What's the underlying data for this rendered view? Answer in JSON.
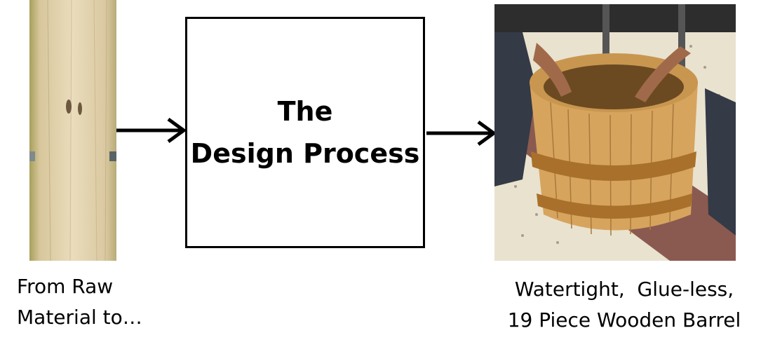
{
  "diagram": {
    "process_box": {
      "line1": "The",
      "line2": "Design Process"
    },
    "caption_left": {
      "line1": "From Raw",
      "line2": "Material to…"
    },
    "caption_right": {
      "line1": "Watertight,  Glue-less,",
      "line2": "19 Piece Wooden Barrel"
    },
    "images": {
      "left": "wood-plank-photo",
      "right": "wooden-barrel-photo"
    },
    "colors": {
      "wood_light": "#e6d3ae",
      "wood_dark": "#c9a56b",
      "barrel_wood": "#d7a45e",
      "band_rust": "#a8702a",
      "floor": "#e9e2cf",
      "floor_stripe": "#8a5a50",
      "water": "#6b4a22",
      "line": "#000000"
    }
  }
}
